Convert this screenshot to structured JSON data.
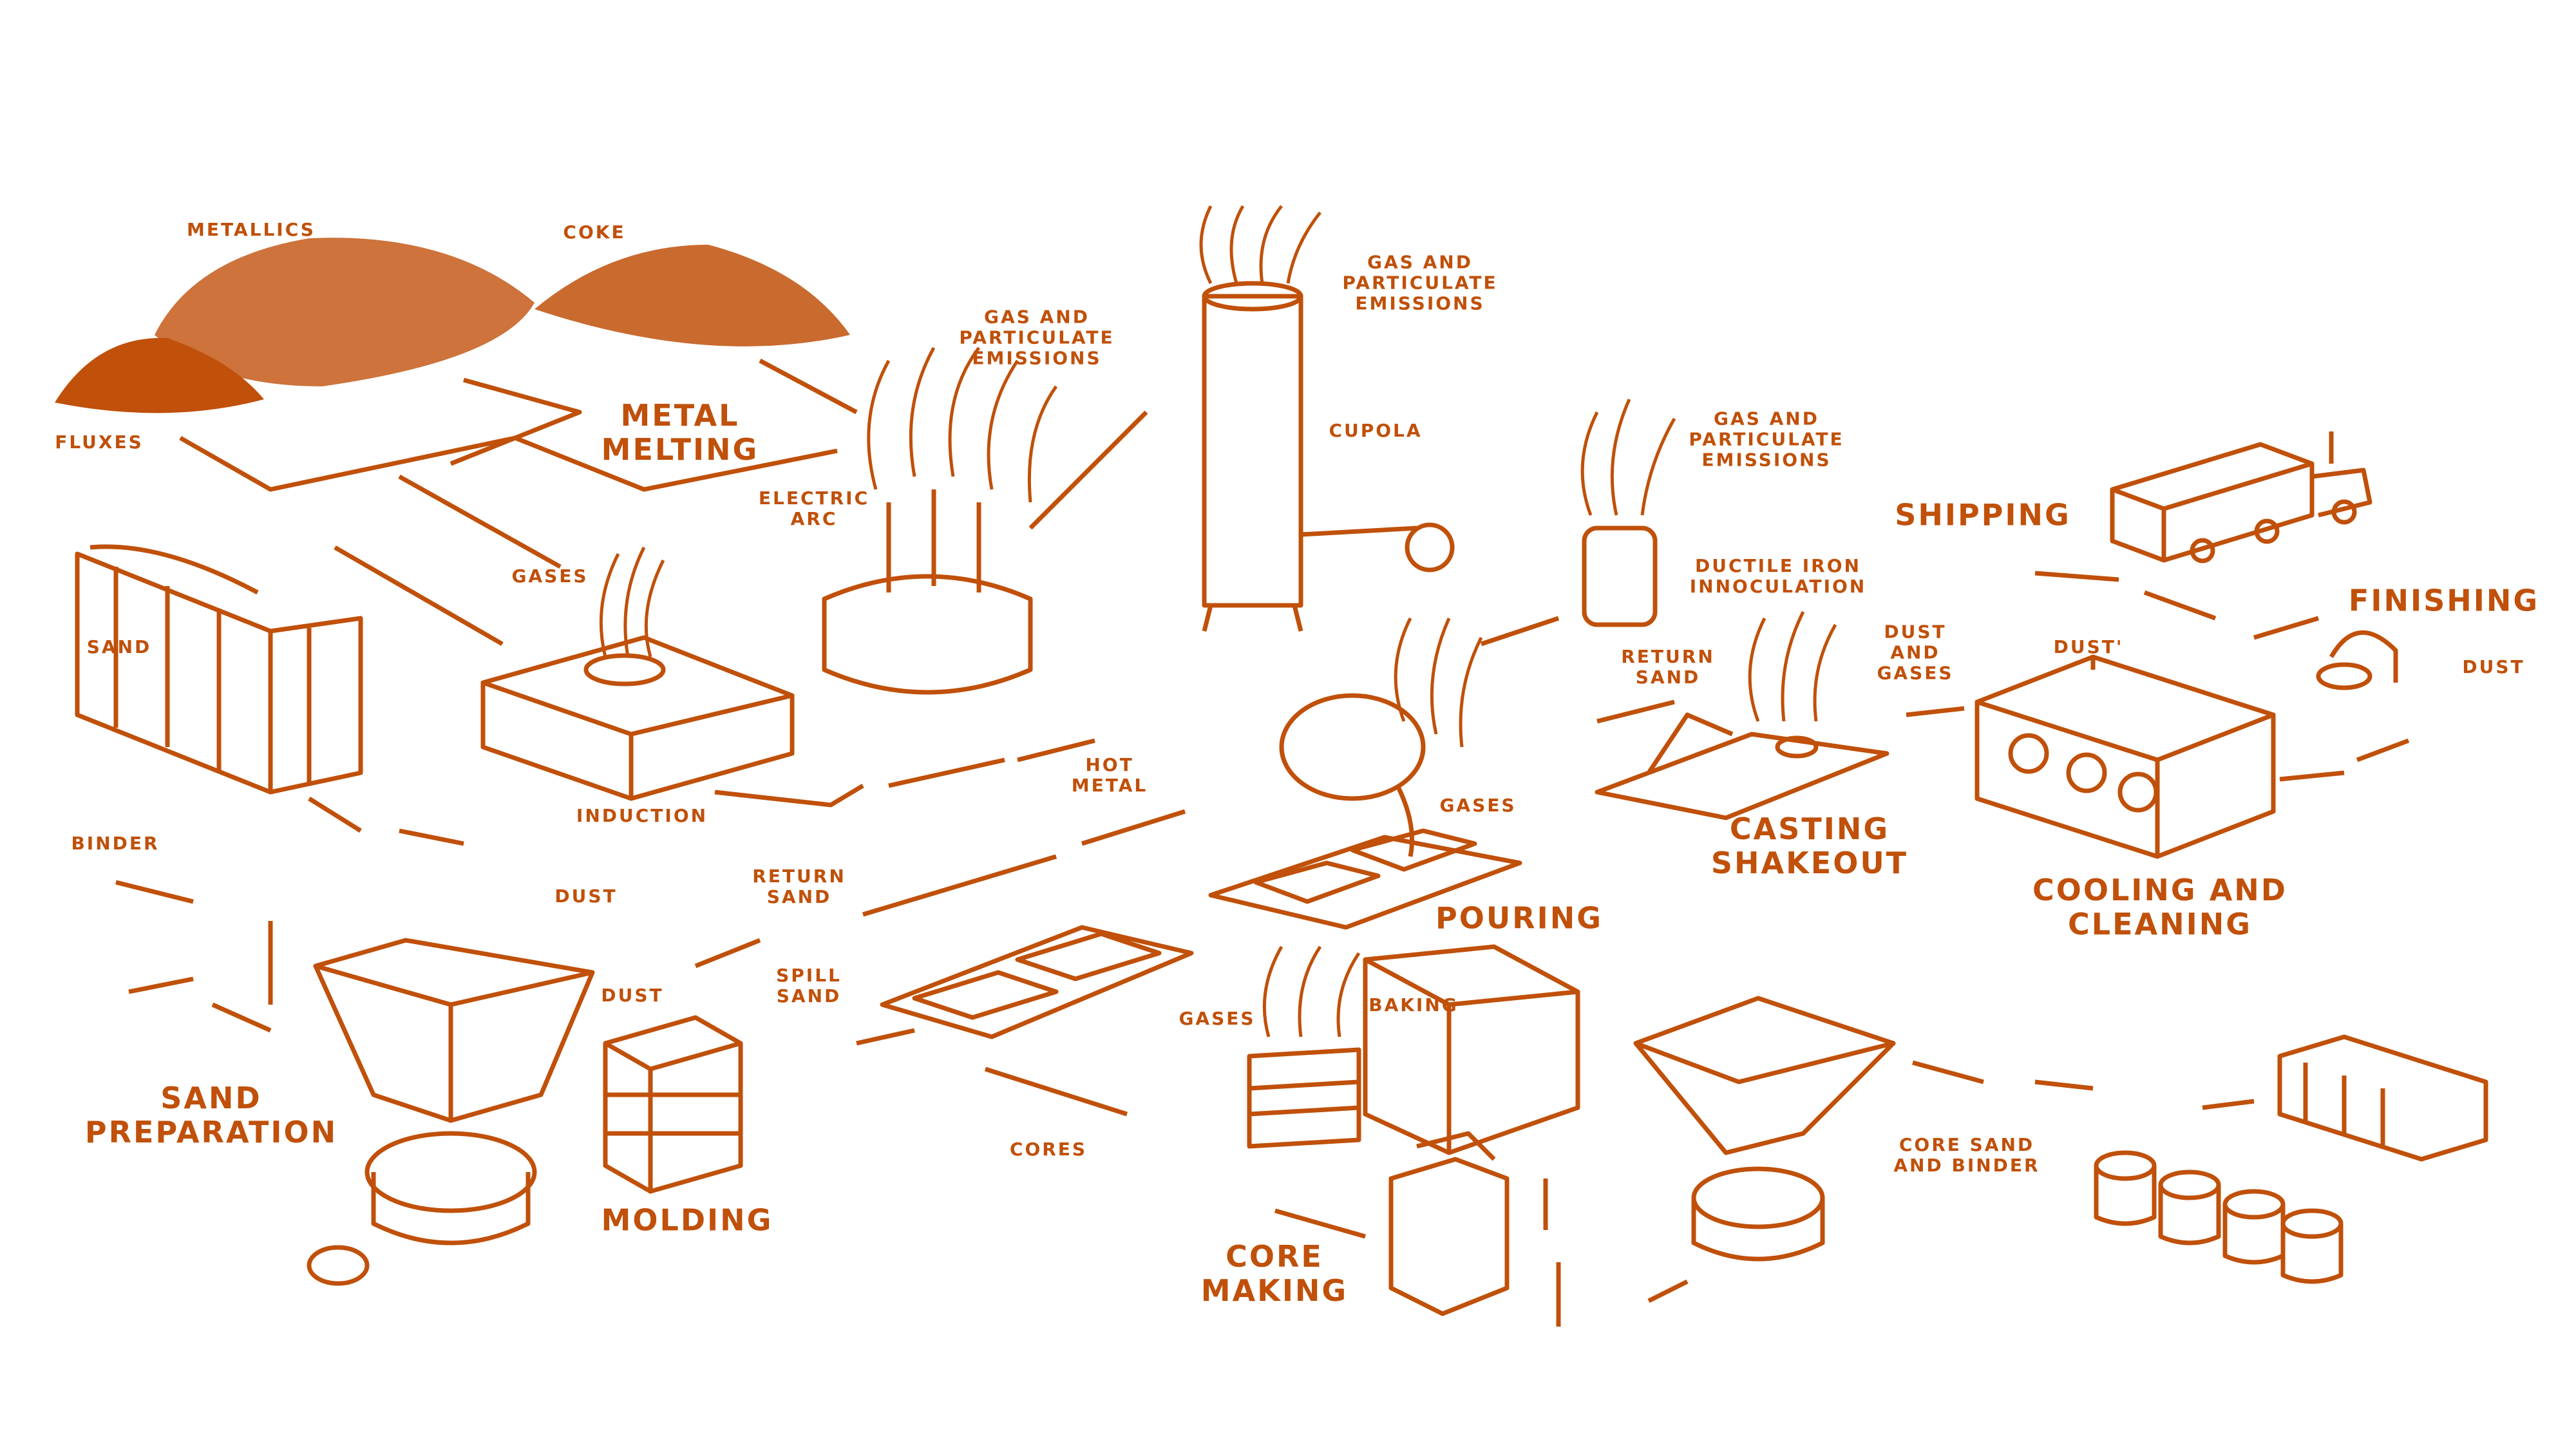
{
  "accent_color": "#c0500a",
  "raw_materials": {
    "metallics": "METALLICS",
    "coke": "COKE",
    "fluxes": "FLUXES",
    "sand": "SAND",
    "binder": "BINDER"
  },
  "melting": {
    "title_line1": "METAL",
    "title_line2": "MELTING",
    "electric_arc_1": "ELECTRIC",
    "electric_arc_2": "ARC",
    "induction": "INDUCTION",
    "induction_gases": "GASES",
    "arc_emissions_1": "GAS AND",
    "arc_emissions_2": "PARTICULATE",
    "arc_emissions_3": "EMISSIONS",
    "cupola": "CUPOLA",
    "cupola_emissions_1": "GAS AND",
    "cupola_emissions_2": "PARTICULATE",
    "cupola_emissions_3": "EMISSIONS",
    "hot_metal_1": "HOT",
    "hot_metal_2": "METAL"
  },
  "inoculation": {
    "emissions_1": "GAS AND",
    "emissions_2": "PARTICULATE",
    "emissions_3": "EMISSIONS",
    "title_1": "DUCTILE IRON",
    "title_2": "INNOCULATION"
  },
  "shakeout": {
    "return_sand_1": "RETURN",
    "return_sand_2": "SAND",
    "emission_1": "DUST",
    "emission_2": "AND",
    "emission_3": "GASES",
    "title_1": "CASTING",
    "title_2": "SHAKEOUT"
  },
  "cleaning": {
    "dust": "DUST'",
    "title_1": "COOLING AND",
    "title_2": "CLEANING"
  },
  "finishing": {
    "title": "FINISHING",
    "dust": "DUST"
  },
  "shipping": {
    "title": "SHIPPING"
  },
  "pouring": {
    "gases": "GASES",
    "title": "POURING"
  },
  "sand_prep": {
    "dust": "DUST",
    "return_sand_1": "RETURN",
    "return_sand_2": "SAND",
    "title_1": "SAND",
    "title_2": "PREPARATION"
  },
  "molding": {
    "dust": "DUST",
    "spill_sand_1": "SPILL",
    "spill_sand_2": "SAND",
    "title": "MOLDING"
  },
  "core_making": {
    "baking": "BAKING",
    "gases": "GASES",
    "cores": "CORES",
    "title_1": "CORE",
    "title_2": "MAKING",
    "core_sand_1": "CORE SAND",
    "core_sand_2": "AND BINDER"
  }
}
